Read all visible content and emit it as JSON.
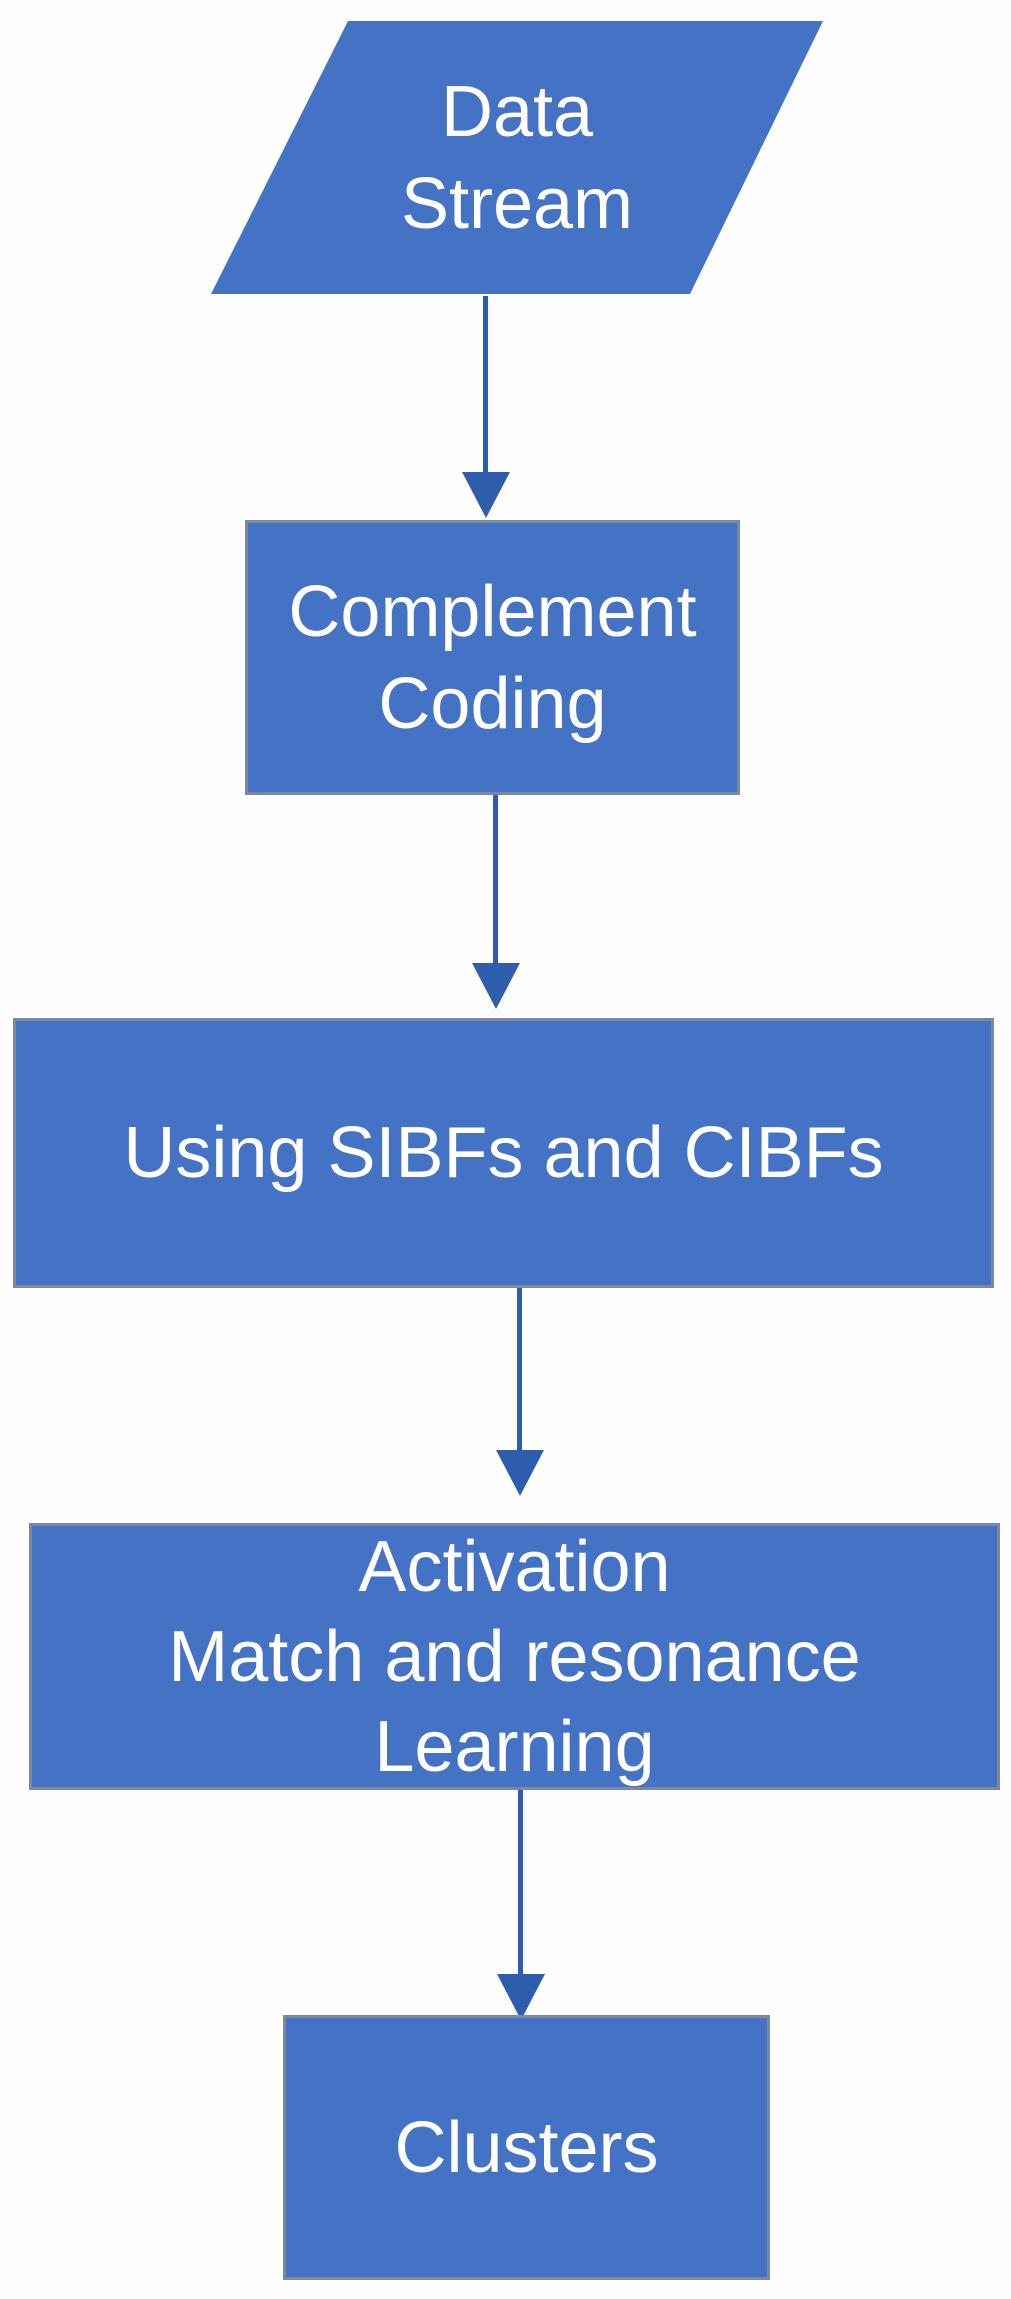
{
  "diagram": {
    "type": "flowchart",
    "direction": "top-to-bottom",
    "nodes": [
      {
        "id": "data-stream",
        "shape": "parallelogram",
        "lines": [
          "Data",
          "Stream"
        ]
      },
      {
        "id": "complement-coding",
        "shape": "rectangle",
        "lines": [
          "Complement",
          "Coding"
        ]
      },
      {
        "id": "using-sibfs-and-cibfs",
        "shape": "rectangle",
        "lines": [
          "Using SIBFs and CIBFs"
        ]
      },
      {
        "id": "activation-match-resonance-learning",
        "shape": "rectangle",
        "lines": [
          "Activation",
          "Match and resonance",
          "Learning"
        ]
      },
      {
        "id": "clusters",
        "shape": "rectangle",
        "lines": [
          "Clusters"
        ]
      }
    ],
    "edges": [
      {
        "from": "data-stream",
        "to": "complement-coding",
        "style": "arrow-down"
      },
      {
        "from": "complement-coding",
        "to": "using-sibfs-and-cibfs",
        "style": "arrow-down"
      },
      {
        "from": "using-sibfs-and-cibfs",
        "to": "activation-match-resonance-learning",
        "style": "arrow-down"
      },
      {
        "from": "activation-match-resonance-learning",
        "to": "clusters",
        "style": "arrow-down"
      }
    ],
    "colors": {
      "shape_fill": "#4472c4",
      "shape_border": "#7c87a0",
      "arrow": "#2f5dad",
      "text": "#ffffff",
      "background": "#fdfdfc"
    }
  }
}
